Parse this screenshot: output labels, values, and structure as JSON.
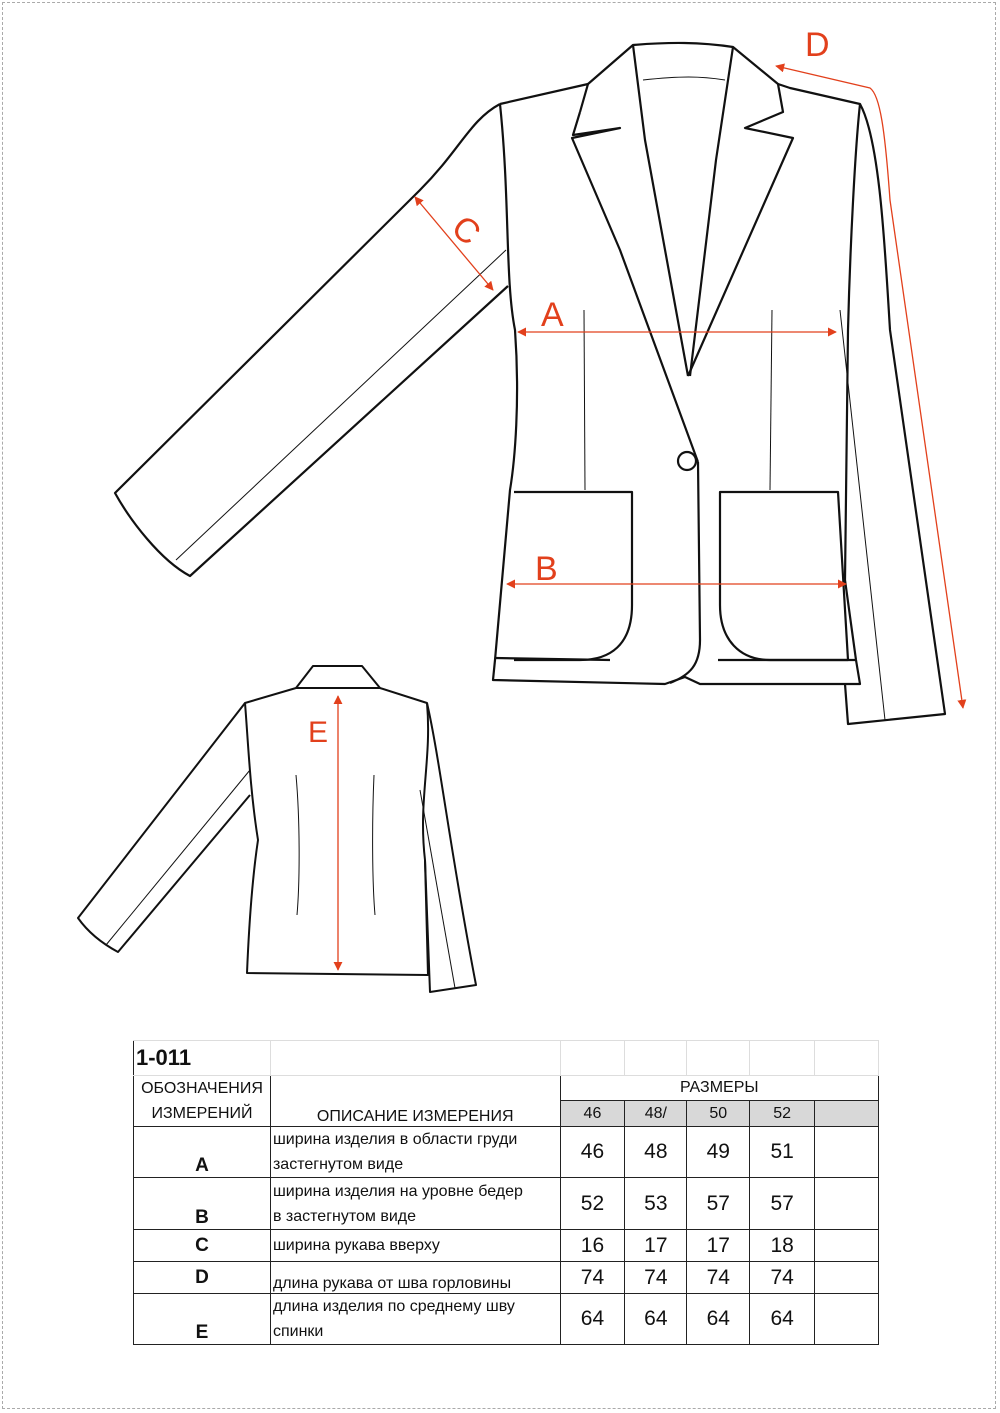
{
  "drawing": {
    "labels": [
      "A",
      "B",
      "C",
      "D",
      "E"
    ],
    "accent_color": "#e2401c"
  },
  "table": {
    "model_code": "1-011",
    "header_designation": [
      "ОБОЗНАЧЕНИЯ",
      "ИЗМЕРЕНИЙ"
    ],
    "header_description": "ОПИСАНИЕ ИЗМЕРЕНИЯ",
    "header_sizes": "РАЗМЕРЫ",
    "sizes": [
      "46",
      "48/",
      "50",
      "52"
    ],
    "rows": [
      {
        "letter": "A",
        "desc": [
          "ширина изделия в области груди",
          "застегнутом виде"
        ],
        "values": [
          "46",
          "48",
          "49",
          "51"
        ]
      },
      {
        "letter": "B",
        "desc": [
          "ширина изделия  на уровне бедер",
          "в застегнутом виде"
        ],
        "values": [
          "52",
          "53",
          "57",
          "57"
        ]
      },
      {
        "letter": "C",
        "desc": [
          "ширина рукава вверху"
        ],
        "values": [
          "16",
          "17",
          "17",
          "18"
        ]
      },
      {
        "letter": "D",
        "desc": [
          "длина рукава от шва горловины"
        ],
        "values": [
          "74",
          "74",
          "74",
          "74"
        ]
      },
      {
        "letter": "E",
        "desc": [
          "длина изделия по среднему шву",
          "спинки"
        ],
        "values": [
          "64",
          "64",
          "64",
          "64"
        ]
      }
    ]
  }
}
